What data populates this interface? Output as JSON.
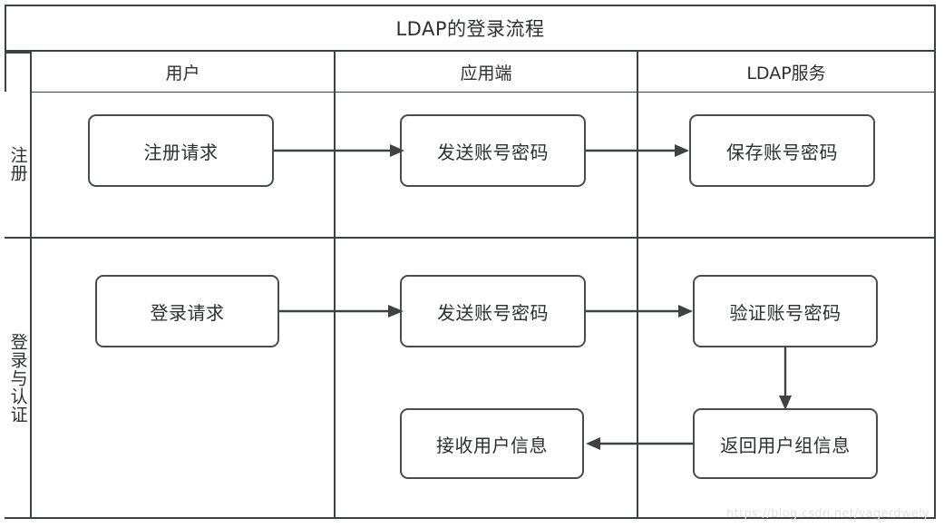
{
  "diagram": {
    "title": "LDAP的登录流程",
    "columns": [
      {
        "id": "user",
        "label": "用户"
      },
      {
        "id": "app",
        "label": "应用端"
      },
      {
        "id": "ldap",
        "label": "LDAP服务"
      }
    ],
    "lanes": [
      {
        "id": "register",
        "label": "注册"
      },
      {
        "id": "login-auth",
        "label": "登录与认证"
      }
    ],
    "nodes": [
      {
        "id": "register-request",
        "lane": "register",
        "column": "user",
        "label": "注册请求"
      },
      {
        "id": "send-credentials-register",
        "lane": "register",
        "column": "app",
        "label": "发送账号密码"
      },
      {
        "id": "save-credentials",
        "lane": "register",
        "column": "ldap",
        "label": "保存账号密码"
      },
      {
        "id": "login-request",
        "lane": "login-auth",
        "column": "user",
        "label": "登录请求"
      },
      {
        "id": "send-credentials-login",
        "lane": "login-auth",
        "column": "app",
        "label": "发送账号密码"
      },
      {
        "id": "verify-credentials",
        "lane": "login-auth",
        "column": "ldap",
        "label": "验证账号密码"
      },
      {
        "id": "return-group-info",
        "lane": "login-auth",
        "column": "ldap",
        "label": "返回用户组信息"
      },
      {
        "id": "receive-user-info",
        "lane": "login-auth",
        "column": "app",
        "label": "接收用户信息"
      }
    ],
    "edges": [
      {
        "from": "register-request",
        "to": "send-credentials-register",
        "direction": "right"
      },
      {
        "from": "send-credentials-register",
        "to": "save-credentials",
        "direction": "right"
      },
      {
        "from": "login-request",
        "to": "send-credentials-login",
        "direction": "right"
      },
      {
        "from": "send-credentials-login",
        "to": "verify-credentials",
        "direction": "right"
      },
      {
        "from": "verify-credentials",
        "to": "return-group-info",
        "direction": "down"
      },
      {
        "from": "return-group-info",
        "to": "receive-user-info",
        "direction": "left"
      }
    ],
    "watermark": "https://blog.csdn.net/vagerdwely",
    "colors": {
      "stroke": "#3f4245",
      "node_border": "#4a4d50",
      "text": "#2d2f31",
      "background": "#ffffff",
      "watermark": "#e2e2e2"
    }
  }
}
